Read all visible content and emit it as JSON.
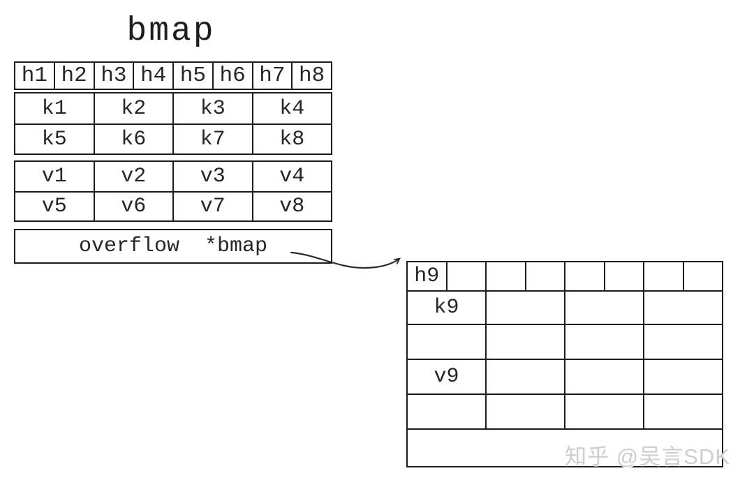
{
  "title": "bmap",
  "left_table": {
    "tophash": [
      "h1",
      "h2",
      "h3",
      "h4",
      "h5",
      "h6",
      "h7",
      "h8"
    ],
    "keys": [
      [
        "k1",
        "k2",
        "k3",
        "k4"
      ],
      [
        "k5",
        "k6",
        "k7",
        "k8"
      ]
    ],
    "values": [
      [
        "v1",
        "v2",
        "v3",
        "v4"
      ],
      [
        "v5",
        "v6",
        "v7",
        "v8"
      ]
    ],
    "overflow_label": "overflow  *bmap"
  },
  "right_table": {
    "tophash": [
      "h9",
      "",
      "",
      "",
      "",
      "",
      "",
      ""
    ],
    "keys": [
      [
        "k9",
        "",
        "",
        ""
      ],
      [
        "",
        "",
        "",
        ""
      ]
    ],
    "values": [
      [
        "v9",
        "",
        "",
        ""
      ],
      [
        "",
        "",
        "",
        ""
      ]
    ],
    "overflow_label": ""
  },
  "icons": {
    "overflow_pointer": "curved-right-arrow"
  },
  "watermark": "知乎 @吴言SDK",
  "colors": {
    "line": "#1c1c1c",
    "text": "#262626",
    "watermark": "#cdcdcd",
    "background": "#ffffff"
  }
}
